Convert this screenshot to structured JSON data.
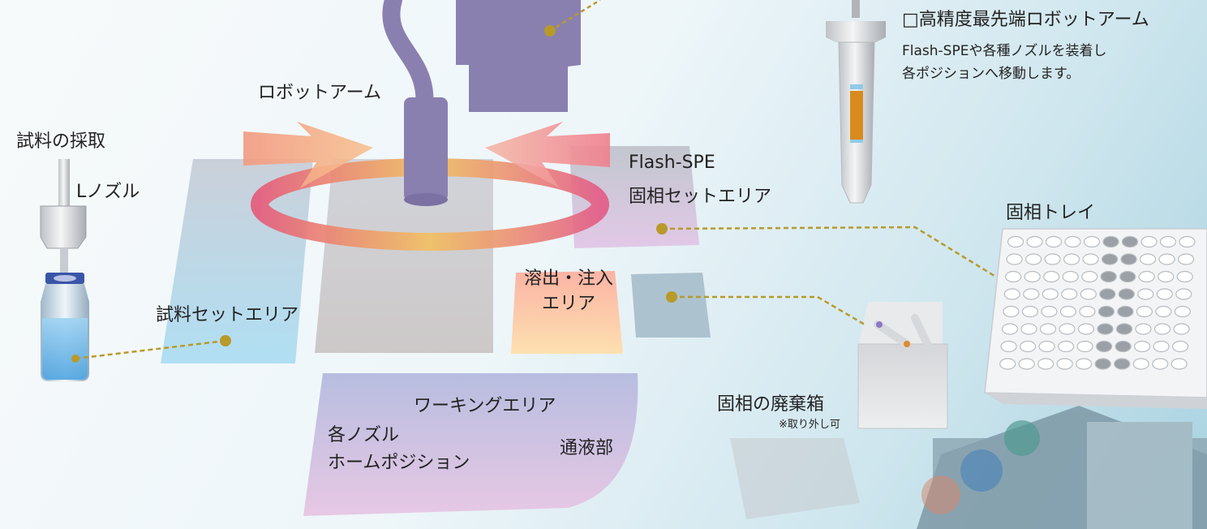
{
  "labels": {
    "robot_arm": "ロボットアーム",
    "sample_collection": "試料の採取",
    "l_nozzle": "Lノズル",
    "sample_set_area": "試料セットエリア",
    "flash_spe_line1": "Flash-SPE",
    "flash_spe_line2": "固相セットエリア",
    "elution_line1": "溶出・注入",
    "elution_line2": "エリア",
    "working_area": "ワーキングエリア",
    "nozzle_home_line1": "各ノズル",
    "nozzle_home_line2": "ホームポジション",
    "liquid_section": "通液部",
    "waste_box": "固相の廃棄箱",
    "removable_note": "※取り外し可",
    "solid_tray": "固相トレイ",
    "high_precision_title": "□高精度最先端ロボットアーム",
    "high_precision_desc_line1": "Flash-SPEや各種ノズルを装着し",
    "high_precision_desc_line2": "各ポジションへ移動します。"
  },
  "colors": {
    "arm": "#8a80b0",
    "leader_line": "#b89a2a",
    "orange_cartridge": "#d98a1c",
    "vial_liquid": "#6cb8e8"
  },
  "tray": {
    "rows": 8,
    "cols": 10
  }
}
